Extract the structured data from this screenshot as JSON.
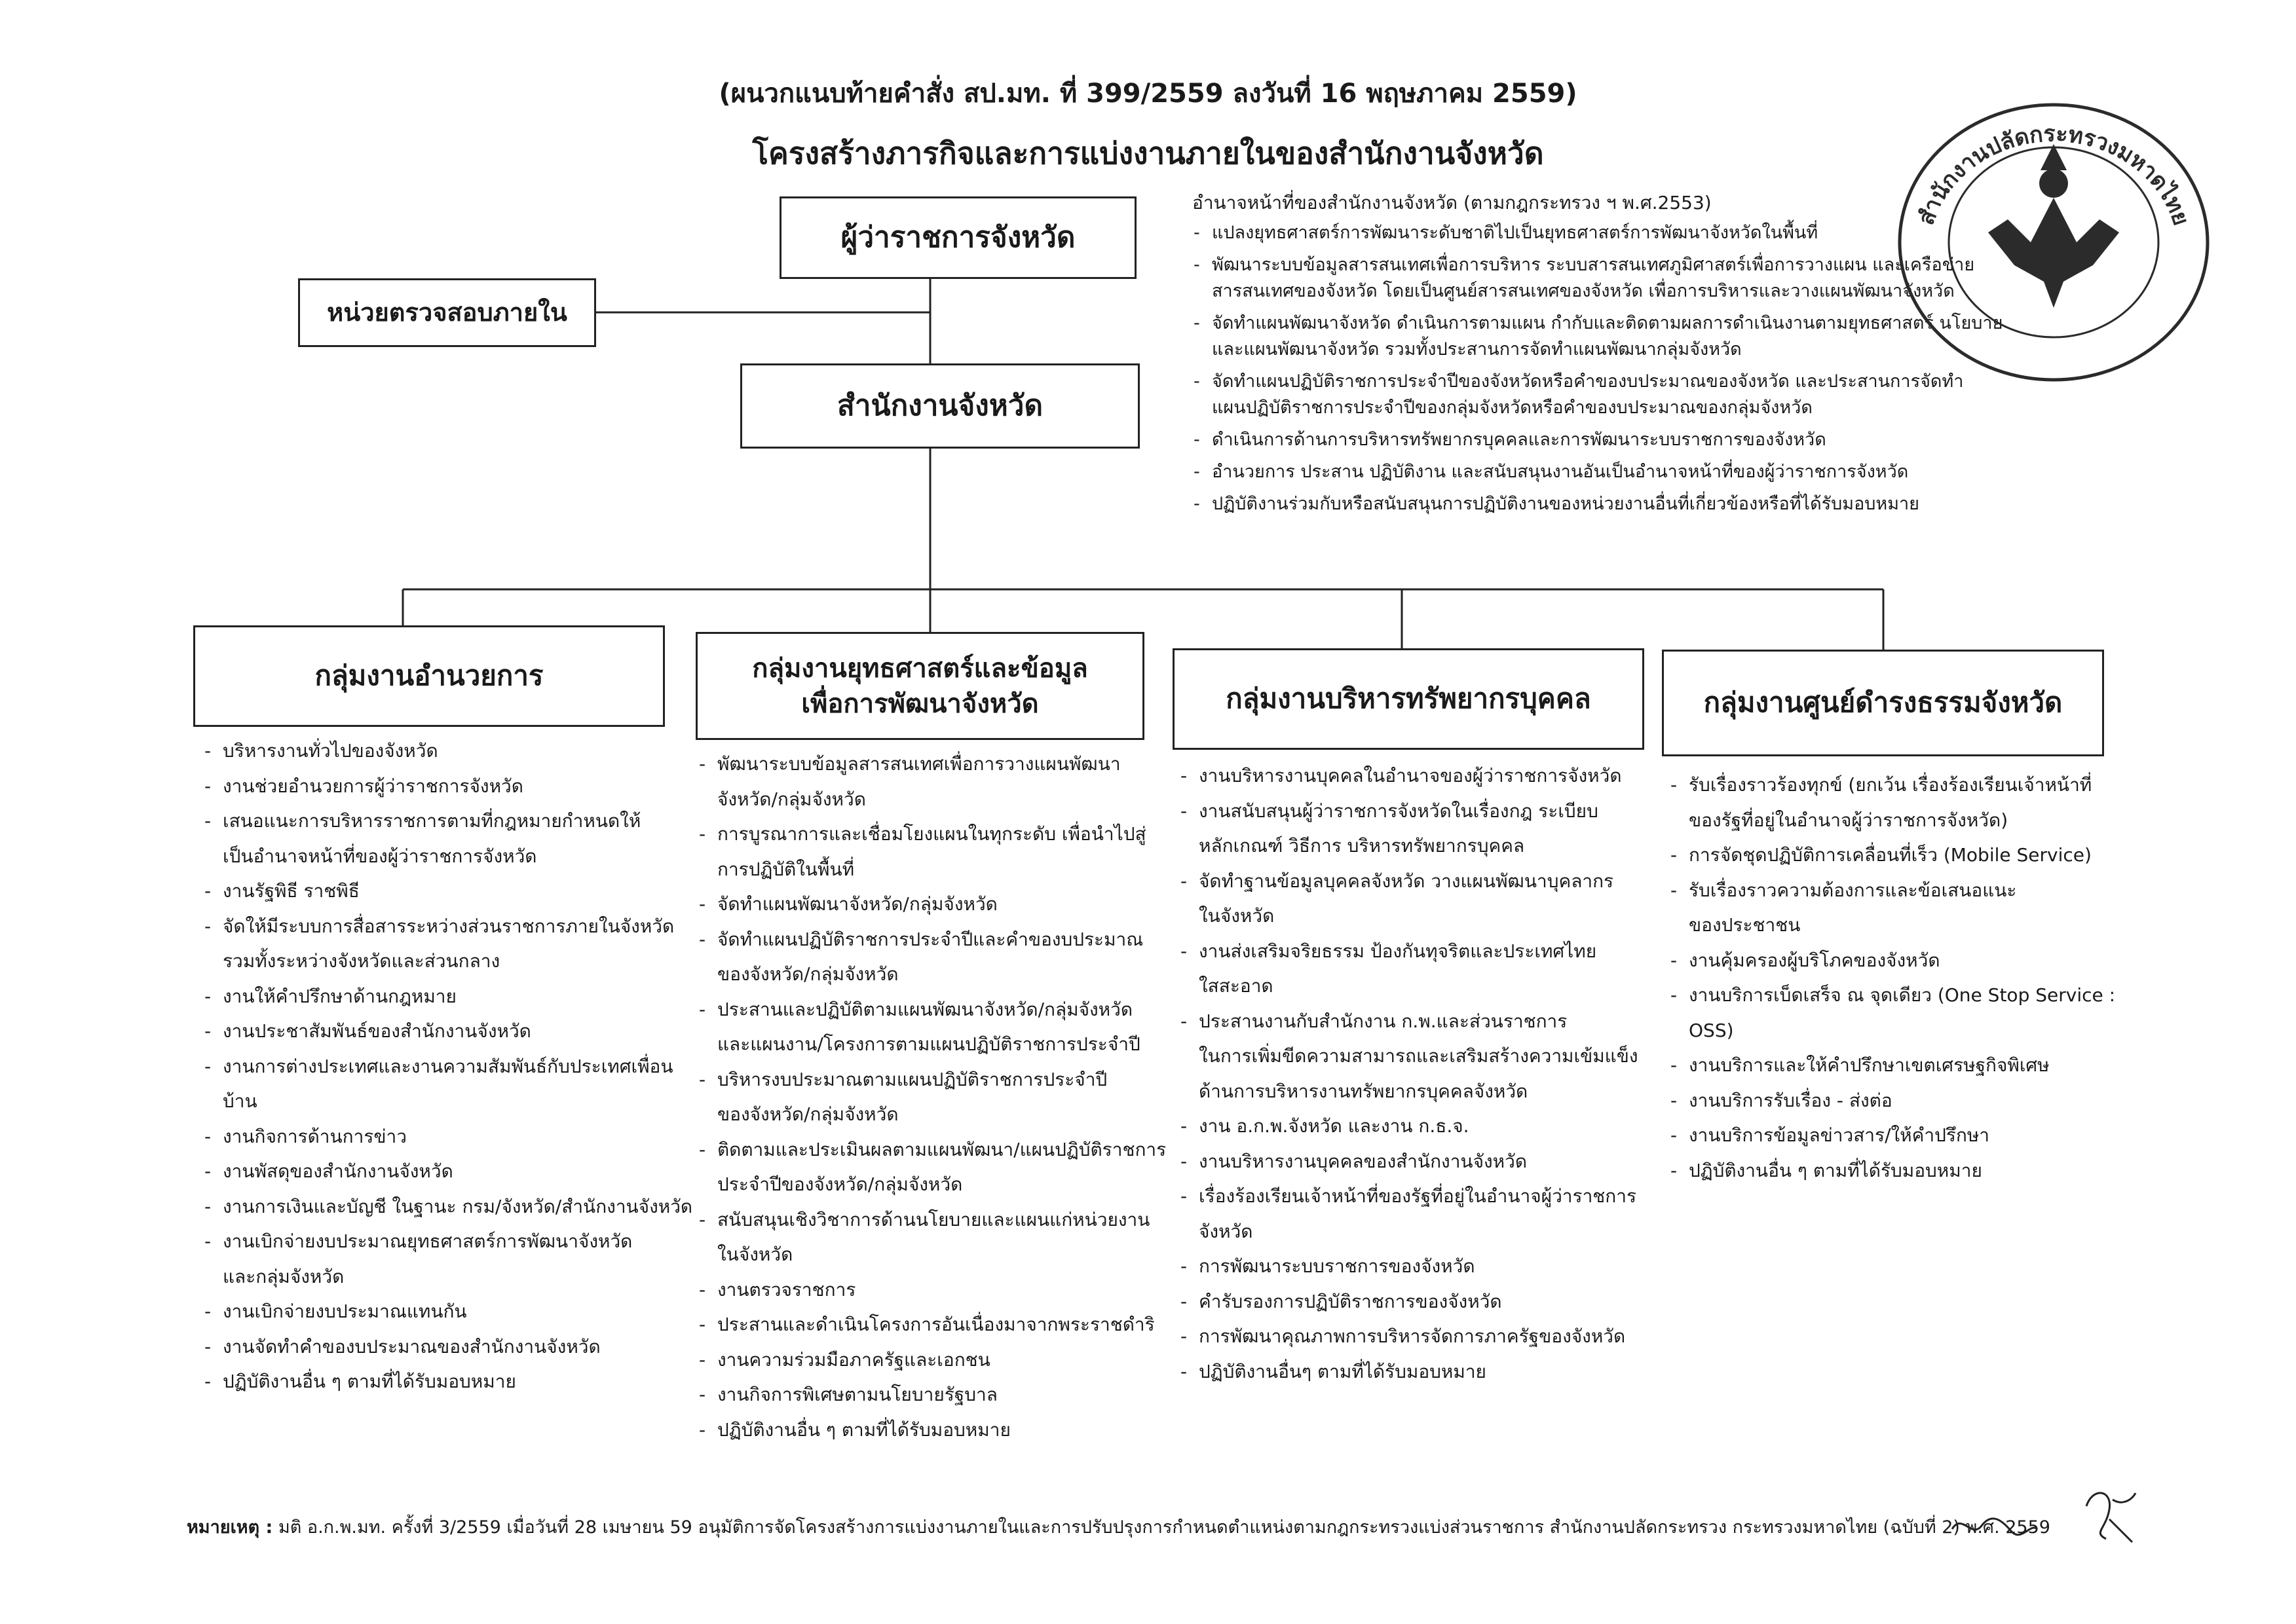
{
  "header": {
    "line1": "(ผนวกแนบท้ายคำสั่ง สป.มท. ที่ 399/2559 ลงวันที่ 16 พฤษภาคม 2559)",
    "line2": "โครงสร้างภารกิจและการแบ่งงานภายในของสำนักงานจังหวัด"
  },
  "nodes": {
    "governor": "ผู้ว่าราชการจังหวัด",
    "audit": "หน่วยตรวจสอบภายใน",
    "office": "สำนักงานจังหวัด"
  },
  "duties": {
    "title": "อำนาจหน้าที่ของสำนักงานจังหวัด (ตามกฎกระทรวง ฯ พ.ศ.2553)",
    "items": [
      "แปลงยุทธศาสตร์การพัฒนาระดับชาติไปเป็นยุทธศาสตร์การพัฒนาจังหวัดในพื้นที่",
      "พัฒนาระบบข้อมูลสารสนเทศเพื่อการบริหาร ระบบสารสนเทศภูมิศาสตร์เพื่อการวางแผน และเครือข่าย\nสารสนเทศของจังหวัด โดยเป็นศูนย์สารสนเทศของจังหวัด เพื่อการบริหารและวางแผนพัฒนาจังหวัด",
      "จัดทำแผนพัฒนาจังหวัด ดำเนินการตามแผน กำกับและติดตามผลการดำเนินงานตามยุทธศาสตร์ นโยบาย\nและแผนพัฒนาจังหวัด รวมทั้งประสานการจัดทำแผนพัฒนากลุ่มจังหวัด",
      "จัดทำแผนปฏิบัติราชการประจำปีของจังหวัดหรือคำของบประมาณของจังหวัด และประสานการจัดทำ\nแผนปฏิบัติราชการประจำปีของกลุ่มจังหวัดหรือคำของบประมาณของกลุ่มจังหวัด",
      "ดำเนินการด้านการบริหารทรัพยากรบุคคลและการพัฒนาระบบราชการของจังหวัด",
      "อำนวยการ ประสาน ปฏิบัติงาน และสนับสนุนงานอันเป็นอำนาจหน้าที่ของผู้ว่าราชการจังหวัด",
      "ปฏิบัติงานร่วมกับหรือสนับสนุนการปฏิบัติงานของหน่วยงานอื่นที่เกี่ยวข้องหรือที่ได้รับมอบหมาย"
    ]
  },
  "groups": [
    {
      "title": "กลุ่มงานอำนวยการ",
      "items": [
        "บริหารงานทั่วไปของจังหวัด",
        "งานช่วยอำนวยการผู้ว่าราชการจังหวัด",
        "เสนอแนะการบริหารราชการตามที่กฎหมายกำหนดให้\nเป็นอำนาจหน้าที่ของผู้ว่าราชการจังหวัด",
        "งานรัฐพิธี ราชพิธี",
        "จัดให้มีระบบการสื่อสารระหว่างส่วนราชการภายในจังหวัด\nรวมทั้งระหว่างจังหวัดและส่วนกลาง",
        "งานให้คำปรึกษาด้านกฎหมาย",
        "งานประชาสัมพันธ์ของสำนักงานจังหวัด",
        "งานการต่างประเทศและงานความสัมพันธ์กับประเทศเพื่อนบ้าน",
        "งานกิจการด้านการข่าว",
        "งานพัสดุของสำนักงานจังหวัด",
        "งานการเงินและบัญชี ในฐานะ กรม/จังหวัด/สำนักงานจังหวัด",
        "งานเบิกจ่ายงบประมาณยุทธศาสตร์การพัฒนาจังหวัด\nและกลุ่มจังหวัด",
        "งานเบิกจ่ายงบประมาณแทนกัน",
        "งานจัดทำคำของบประมาณของสำนักงานจังหวัด",
        "ปฏิบัติงานอื่น ๆ ตามที่ได้รับมอบหมาย"
      ]
    },
    {
      "title": "กลุ่มงานยุทธศาสตร์และข้อมูล\nเพื่อการพัฒนาจังหวัด",
      "items": [
        "พัฒนาระบบข้อมูลสารสนเทศเพื่อการวางแผนพัฒนา\nจังหวัด/กลุ่มจังหวัด",
        "การบูรณาการและเชื่อมโยงแผนในทุกระดับ เพื่อนำไปสู่\nการปฏิบัติในพื้นที่",
        "จัดทำแผนพัฒนาจังหวัด/กลุ่มจังหวัด",
        "จัดทำแผนปฏิบัติราชการประจำปีและคำของบประมาณ\nของจังหวัด/กลุ่มจังหวัด",
        "ประสานและปฏิบัติตามแผนพัฒนาจังหวัด/กลุ่มจังหวัด\nและแผนงาน/โครงการตามแผนปฏิบัติราชการประจำปี",
        "บริหารงบประมาณตามแผนปฏิบัติราชการประจำปี\nของจังหวัด/กลุ่มจังหวัด",
        "ติดตามและประเมินผลตามแผนพัฒนา/แผนปฏิบัติราชการ\nประจำปีของจังหวัด/กลุ่มจังหวัด",
        "สนับสนุนเชิงวิชาการด้านนโยบายและแผนแก่หน่วยงาน\nในจังหวัด",
        "งานตรวจราชการ",
        "ประสานและดำเนินโครงการอันเนื่องมาจากพระราชดำริ",
        "งานความร่วมมือภาครัฐและเอกชน",
        "งานกิจการพิเศษตามนโยบายรัฐบาล",
        "ปฏิบัติงานอื่น ๆ ตามที่ได้รับมอบหมาย"
      ]
    },
    {
      "title": "กลุ่มงานบริหารทรัพยากรบุคคล",
      "items": [
        "งานบริหารงานบุคคลในอำนาจของผู้ว่าราชการจังหวัด",
        "งานสนับสนุนผู้ว่าราชการจังหวัดในเรื่องกฎ ระเบียบ\nหลักเกณฑ์ วิธีการ บริหารทรัพยากรบุคคล",
        "จัดทำฐานข้อมูลบุคคลจังหวัด วางแผนพัฒนาบุคลากร\nในจังหวัด",
        "งานส่งเสริมจริยธรรม ป้องกันทุจริตและประเทศไทย\nใสสะอาด",
        "ประสานงานกับสำนักงาน ก.พ.และส่วนราชการ\nในการเพิ่มขีดความสามารถและเสริมสร้างความเข้มแข็ง\nด้านการบริหารงานทรัพยากรบุคคลจังหวัด",
        "งาน อ.ก.พ.จังหวัด และงาน ก.ธ.จ.",
        "งานบริหารงานบุคคลของสำนักงานจังหวัด",
        "เรื่องร้องเรียนเจ้าหน้าที่ของรัฐที่อยู่ในอำนาจผู้ว่าราชการจังหวัด",
        "การพัฒนาระบบราชการของจังหวัด",
        "คำรับรองการปฏิบัติราชการของจังหวัด",
        "การพัฒนาคุณภาพการบริหารจัดการภาครัฐของจังหวัด",
        "ปฏิบัติงานอื่นๆ ตามที่ได้รับมอบหมาย"
      ]
    },
    {
      "title": "กลุ่มงานศูนย์ดำรงธรรมจังหวัด",
      "items": [
        "รับเรื่องราวร้องทุกข์ (ยกเว้น เรื่องร้องเรียนเจ้าหน้าที่\nของรัฐที่อยู่ในอำนาจผู้ว่าราชการจังหวัด)",
        "การจัดชุดปฏิบัติการเคลื่อนที่เร็ว (Mobile Service)",
        "รับเรื่องราวความต้องการและข้อเสนอแนะ\nของประชาชน",
        "งานคุ้มครองผู้บริโภคของจังหวัด",
        "งานบริการเบ็ดเสร็จ ณ จุดเดียว (One Stop Service : OSS)",
        "งานบริการและให้คำปรึกษาเขตเศรษฐกิจพิเศษ",
        "งานบริการรับเรื่อง - ส่งต่อ",
        "งานบริการข้อมูลข่าวสาร/ให้คำปรึกษา",
        "ปฏิบัติงานอื่น ๆ ตามที่ได้รับมอบหมาย"
      ]
    }
  ],
  "footnote": {
    "label": "หมายเหตุ :",
    "text": "มติ อ.ก.พ.มท. ครั้งที่ 3/2559 เมื่อวันที่ 28 เมษายน 59 อนุมัติการจัดโครงสร้างการแบ่งงานภายในและการปรับปรุงการกำหนดตำแหน่งตามกฎกระทรวงแบ่งส่วนราชการ สำนักงานปลัดกระทรวง กระทรวงมหาดไทย (ฉบับที่ 2) พ.ศ. 2559"
  },
  "seal": {
    "text": "สำนักงานปลัดกระทรวงมหาดไทย",
    "icon": "garuda-emblem-icon"
  },
  "colors": {
    "ink": "#1a1a1a",
    "stamp": "#2b2b2b"
  }
}
